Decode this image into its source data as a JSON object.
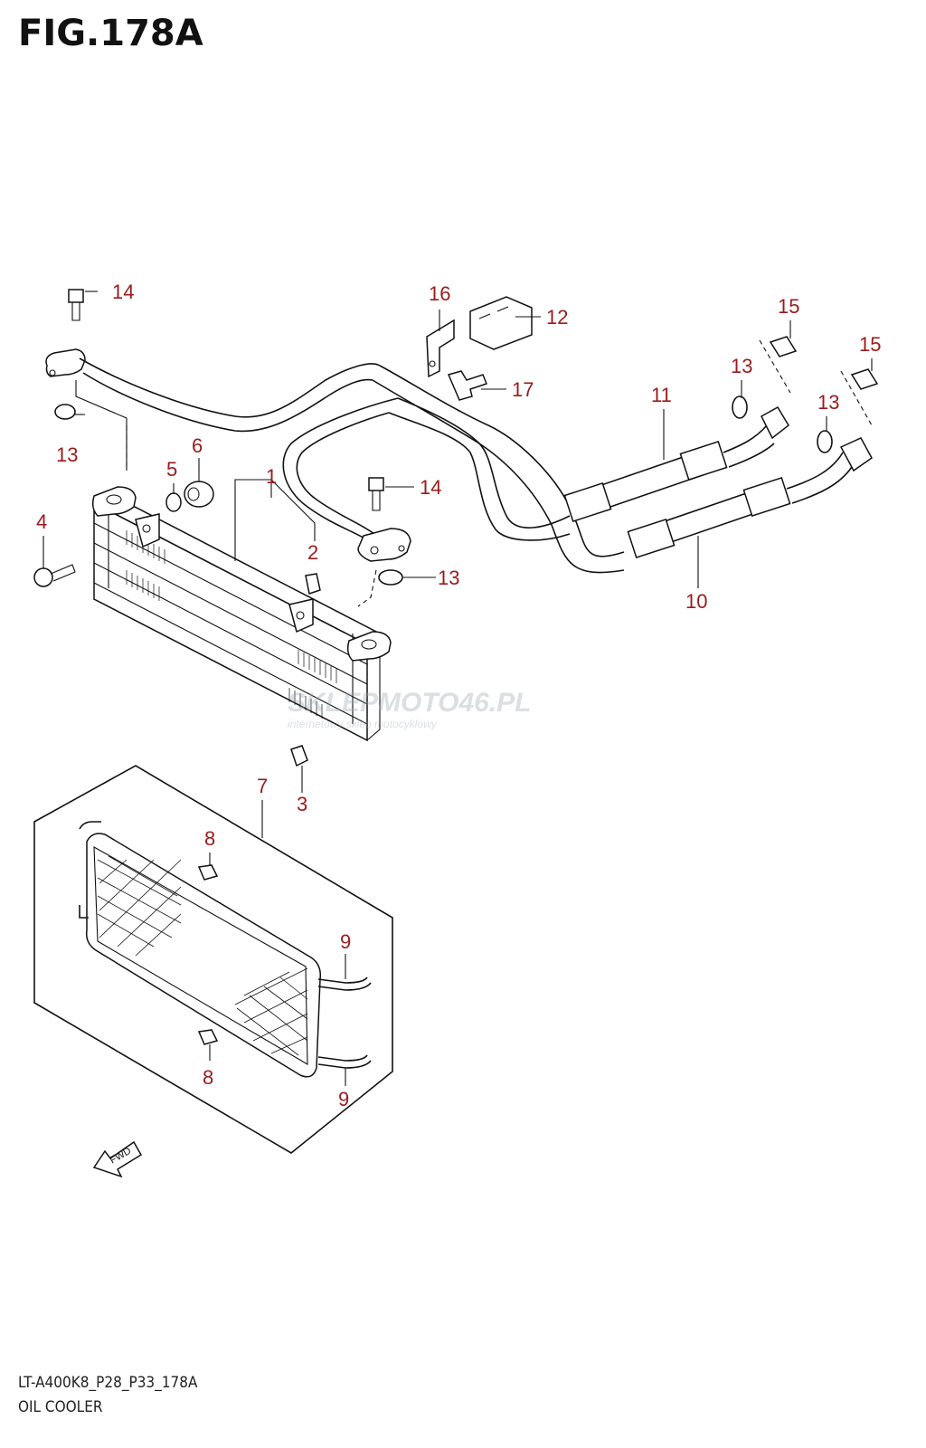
{
  "figure": {
    "title": "FIG.178A",
    "model_code": "LT-A400K8_P28_P33_178A",
    "section_name": "OIL COOLER"
  },
  "watermark": {
    "brand": "SKLEPMOTO46.PL",
    "tagline": "internetowy sklep motocyklowy"
  },
  "fwd_label": "FWD",
  "callouts": [
    {
      "id": "c1",
      "label": "1"
    },
    {
      "id": "c2",
      "label": "2"
    },
    {
      "id": "c3",
      "label": "3"
    },
    {
      "id": "c4",
      "label": "4"
    },
    {
      "id": "c5",
      "label": "5"
    },
    {
      "id": "c6",
      "label": "6"
    },
    {
      "id": "c7",
      "label": "7"
    },
    {
      "id": "c8a",
      "label": "8"
    },
    {
      "id": "c8b",
      "label": "8"
    },
    {
      "id": "c9a",
      "label": "9"
    },
    {
      "id": "c9b",
      "label": "9"
    },
    {
      "id": "c10",
      "label": "10"
    },
    {
      "id": "c11",
      "label": "11"
    },
    {
      "id": "c12",
      "label": "12"
    },
    {
      "id": "c13a",
      "label": "13"
    },
    {
      "id": "c13b",
      "label": "13"
    },
    {
      "id": "c13c",
      "label": "13"
    },
    {
      "id": "c13d",
      "label": "13"
    },
    {
      "id": "c14a",
      "label": "14"
    },
    {
      "id": "c14b",
      "label": "14"
    },
    {
      "id": "c15a",
      "label": "15"
    },
    {
      "id": "c15b",
      "label": "15"
    },
    {
      "id": "c16",
      "label": "16"
    },
    {
      "id": "c17",
      "label": "17"
    }
  ]
}
